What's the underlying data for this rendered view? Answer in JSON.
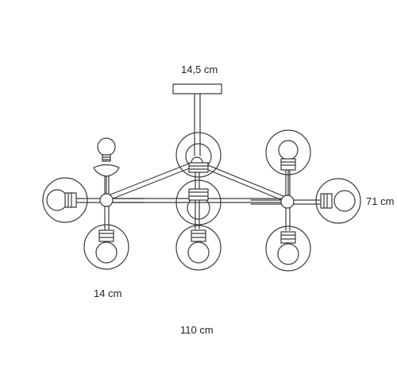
{
  "dimensions": {
    "canopy_width": "14,5 cm",
    "total_height": "71 cm",
    "globe_diameter": "14 cm",
    "total_width": "110 cm"
  },
  "colors": {
    "stroke": "#3a3a3a",
    "text": "#222222",
    "background": "#ffffff"
  }
}
